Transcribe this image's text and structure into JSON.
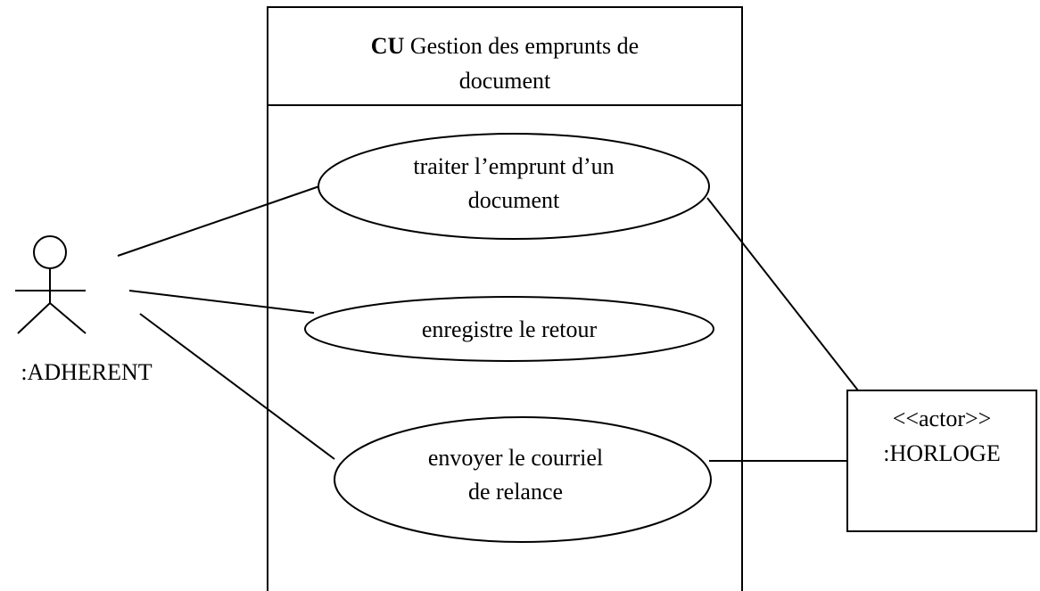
{
  "system": {
    "title_prefix": "CU",
    "title_line1": "Gestion des emprunts de",
    "title_line2": "document"
  },
  "actors": {
    "adherent": {
      "label": ":ADHERENT"
    },
    "horloge": {
      "stereotype": "<<actor>>",
      "label": ":HORLOGE"
    }
  },
  "use_cases": [
    {
      "line1": "traiter l’emprunt d’un",
      "line2": "document"
    },
    {
      "line1": "enregistre le retour",
      "line2": ""
    },
    {
      "line1": "envoyer le courriel",
      "line2": "de relance"
    }
  ],
  "colors": {
    "stroke": "#000000",
    "background": "#ffffff"
  }
}
